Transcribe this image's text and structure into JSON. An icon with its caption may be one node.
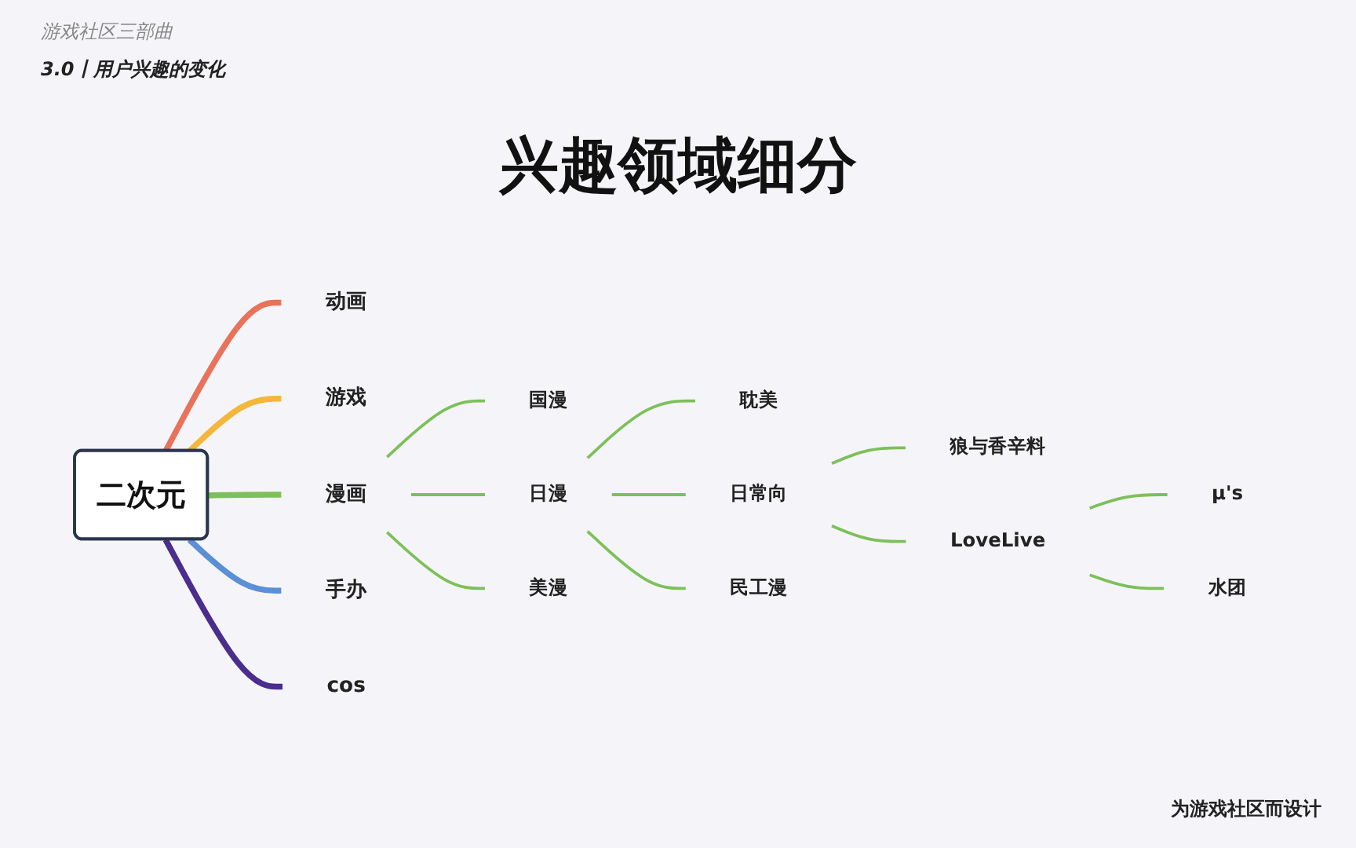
{
  "diagram": {
    "title": "兴趣领域细分",
    "nodes": [
      {
        "text": [
          "二次元"
        ]
      },
      {
        "text": [
          "动画"
        ]
      },
      {
        "text": [
          "游戏"
        ]
      },
      {
        "text": [
          "漫画"
        ]
      },
      {
        "text": [
          "手办"
        ]
      },
      {
        "text": [
          "cos"
        ]
      },
      {
        "text": [
          "国漫"
        ]
      },
      {
        "text": [
          "日漫"
        ]
      },
      {
        "text": [
          "美漫"
        ]
      },
      {
        "text": [
          "耽美"
        ]
      },
      {
        "text": [
          "日常向"
        ]
      },
      {
        "text": [
          "民工漫"
        ]
      },
      {
        "text": [
          "狼与香辛料"
        ]
      },
      {
        "text": [
          "LoveLive"
        ]
      },
      {
        "text": [
          "μ's"
        ]
      },
      {
        "text": [
          "水团"
        ]
      }
    ],
    "edges": [
      {
        "from": 0,
        "to": 1,
        "arrow": "none",
        "style": "thick",
        "color": "#e8735a"
      },
      {
        "from": 0,
        "to": 2,
        "arrow": "none",
        "style": "thick",
        "color": "#f5b63c"
      },
      {
        "from": 0,
        "to": 3,
        "arrow": "none",
        "style": "thick"
      },
      {
        "from": 0,
        "to": 4,
        "arrow": "none",
        "style": "thick",
        "color": "#5b8fd6"
      },
      {
        "from": 0,
        "to": 5,
        "arrow": "none",
        "style": "thick",
        "color": "#4a2d8c"
      },
      {
        "from": 3,
        "to": 6,
        "arrow": "none"
      },
      {
        "from": 3,
        "to": 7,
        "arrow": "none"
      },
      {
        "from": 3,
        "to": 8,
        "arrow": "none"
      },
      {
        "from": 7,
        "to": 9,
        "arrow": "none"
      },
      {
        "from": 7,
        "to": 10,
        "arrow": "none"
      },
      {
        "from": 7,
        "to": 11,
        "arrow": "none"
      },
      {
        "from": 10,
        "to": 12,
        "arrow": "none"
      },
      {
        "from": 10,
        "to": 13,
        "arrow": "none"
      },
      {
        "from": 13,
        "to": 14,
        "arrow": "none"
      },
      {
        "from": 13,
        "to": 15,
        "arrow": "none"
      }
    ],
    "labels": [
      "游戏社区三部曲",
      "3.0丨用户兴趣的变化",
      "为游戏社区而设计"
    ]
  }
}
